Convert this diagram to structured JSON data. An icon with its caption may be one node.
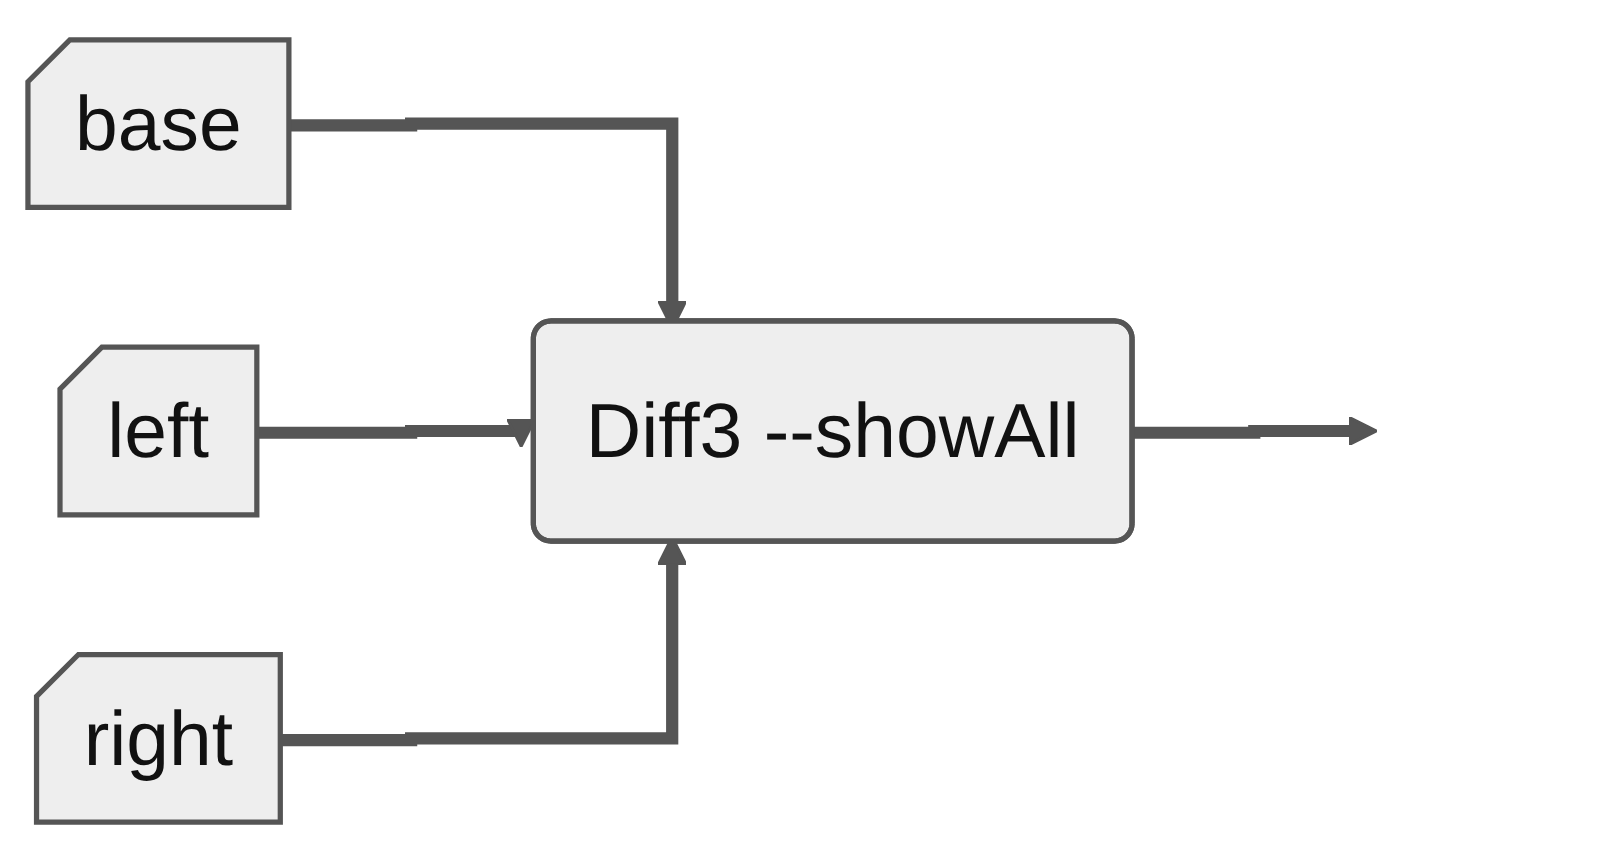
{
  "diagram": {
    "nodes": [
      {
        "text": [
          "base"
        ]
      },
      {
        "text": [
          "left"
        ]
      },
      {
        "text": [
          "right"
        ]
      },
      {
        "text": [
          "Diff3 --showAll"
        ]
      }
    ],
    "edges": [
      {
        "from": 0,
        "to": 3,
        "arrow": "to"
      },
      {
        "from": 1,
        "to": 3,
        "arrow": "to"
      },
      {
        "from": 2,
        "to": 3,
        "arrow": "to"
      },
      {
        "from": 3,
        "to": null,
        "arrow": "to"
      }
    ]
  }
}
